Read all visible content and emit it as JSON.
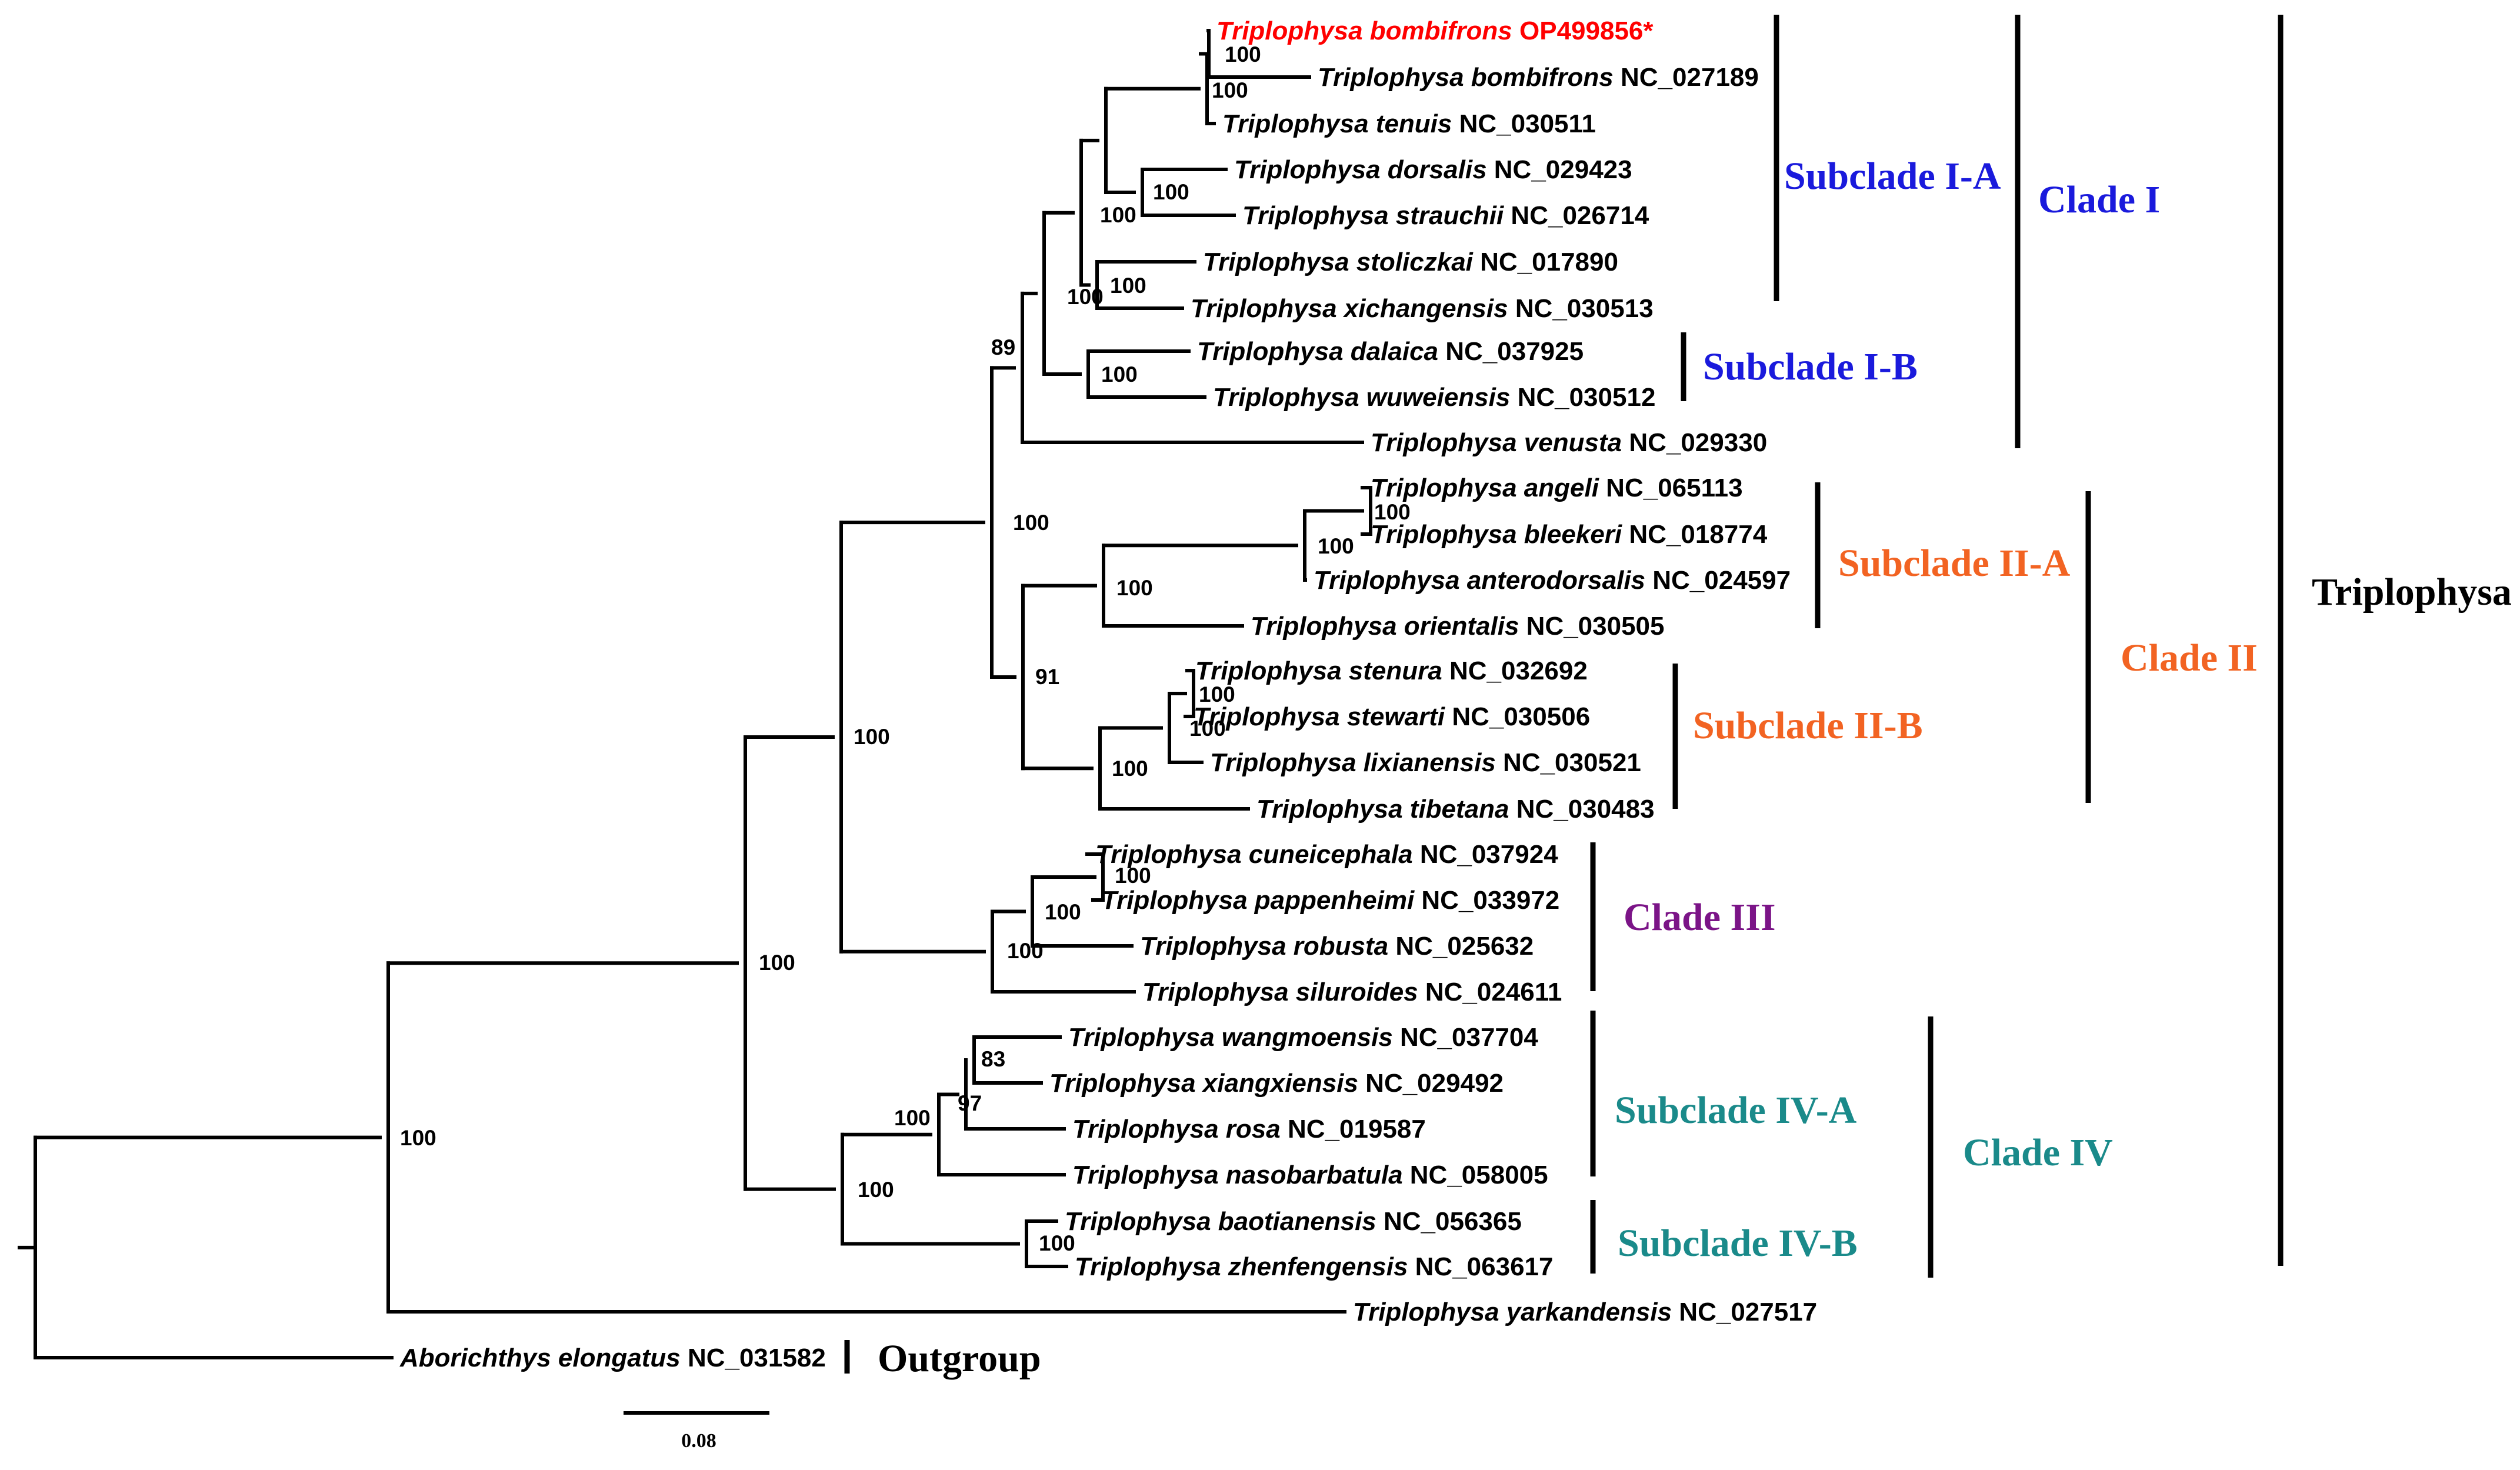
{
  "colors": {
    "highlight": "#ff0000",
    "clade_I": "#1a1adc",
    "clade_II": "#f26322",
    "clade_III": "#7b1487",
    "clade_IV": "#1a8a8a",
    "default": "#000000"
  },
  "taxa": [
    {
      "id": "t1",
      "genus": "Triplophysa",
      "species": "bombifrons",
      "accession": "OP499856*",
      "highlight": true
    },
    {
      "id": "t2",
      "genus": "Triplophysa",
      "species": "bombifrons",
      "accession": "NC_027189"
    },
    {
      "id": "t3",
      "genus": "Triplophysa",
      "species": "tenuis",
      "accession": "NC_030511"
    },
    {
      "id": "t4",
      "genus": "Triplophysa",
      "species": "dorsalis",
      "accession": "NC_029423"
    },
    {
      "id": "t5",
      "genus": "Triplophysa",
      "species": "strauchii",
      "accession": "NC_026714"
    },
    {
      "id": "t6",
      "genus": "Triplophysa",
      "species": "stoliczkai",
      "accession": "NC_017890"
    },
    {
      "id": "t7",
      "genus": "Triplophysa",
      "species": "xichangensis",
      "accession": "NC_030513"
    },
    {
      "id": "t8",
      "genus": "Triplophysa",
      "species": "dalaica",
      "accession": "NC_037925"
    },
    {
      "id": "t9",
      "genus": "Triplophysa",
      "species": "wuweiensis",
      "accession": "NC_030512"
    },
    {
      "id": "t10",
      "genus": "Triplophysa",
      "species": "venusta",
      "accession": "NC_029330"
    },
    {
      "id": "t11",
      "genus": "Triplophysa",
      "species": "angeli",
      "accession": "NC_065113"
    },
    {
      "id": "t12",
      "genus": "Triplophysa",
      "species": "bleekeri",
      "accession": "NC_018774"
    },
    {
      "id": "t13",
      "genus": "Triplophysa",
      "species": "anterodorsalis",
      "accession": "NC_024597"
    },
    {
      "id": "t14",
      "genus": "Triplophysa",
      "species": "orientalis",
      "accession": "NC_030505"
    },
    {
      "id": "t15",
      "genus": "Triplophysa",
      "species": "stenura",
      "accession": "NC_032692"
    },
    {
      "id": "t16",
      "genus": "Triplophysa",
      "species": "stewarti",
      "accession": "NC_030506"
    },
    {
      "id": "t17",
      "genus": "Triplophysa",
      "species": "lixianensis",
      "accession": "NC_030521"
    },
    {
      "id": "t18",
      "genus": "Triplophysa",
      "species": "tibetana",
      "accession": "NC_030483"
    },
    {
      "id": "t19",
      "genus": "Triplophysa",
      "species": "cuneicephala",
      "accession": "NC_037924"
    },
    {
      "id": "t20",
      "genus": "Triplophysa",
      "species": "pappenheimi",
      "accession": "NC_033972"
    },
    {
      "id": "t21",
      "genus": "Triplophysa",
      "species": "robusta",
      "accession": "NC_025632"
    },
    {
      "id": "t22",
      "genus": "Triplophysa",
      "species": "siluroides",
      "accession": "NC_024611"
    },
    {
      "id": "t23",
      "genus": "Triplophysa",
      "species": "wangmoensis",
      "accession": "NC_037704"
    },
    {
      "id": "t24",
      "genus": "Triplophysa",
      "species": "xiangxiensis",
      "accession": "NC_029492"
    },
    {
      "id": "t25",
      "genus": "Triplophysa",
      "species": "rosa",
      "accession": "NC_019587"
    },
    {
      "id": "t26",
      "genus": "Triplophysa",
      "species": "nasobarbatula",
      "accession": "NC_058005"
    },
    {
      "id": "t27",
      "genus": "Triplophysa",
      "species": "baotianensis",
      "accession": "NC_056365"
    },
    {
      "id": "t28",
      "genus": "Triplophysa",
      "species": "zhenfengensis",
      "accession": "NC_063617"
    },
    {
      "id": "t29",
      "genus": "Triplophysa",
      "species": "yarkandensis",
      "accession": "NC_027517"
    },
    {
      "id": "t30",
      "genus": "Aborichthys",
      "species": "elongatus",
      "accession": "NC_031582"
    }
  ],
  "support_values": [
    {
      "id": "n_bomb",
      "value": "100"
    },
    {
      "id": "n_bomb_ten",
      "value": "100"
    },
    {
      "id": "n_dors_stra",
      "value": "100"
    },
    {
      "id": "n_A1",
      "value": "100"
    },
    {
      "id": "n_A",
      "value": "100"
    },
    {
      "id": "n_stol_xich",
      "value": "100"
    },
    {
      "id": "n_dala_wuwe",
      "value": "100"
    },
    {
      "id": "n_cladeI",
      "value": "89"
    },
    {
      "id": "n_ang_ble",
      "value": "100"
    },
    {
      "id": "n_ang_ant",
      "value": "100"
    },
    {
      "id": "n_IIA",
      "value": "100"
    },
    {
      "id": "n_sten_stew",
      "value": "100"
    },
    {
      "id": "n_sten_lix",
      "value": "100"
    },
    {
      "id": "n_IIB",
      "value": "100"
    },
    {
      "id": "n_cladeII",
      "value": "91"
    },
    {
      "id": "n_I_II",
      "value": "100"
    },
    {
      "id": "n_cun_pap",
      "value": "100"
    },
    {
      "id": "n_cun_rob",
      "value": "100"
    },
    {
      "id": "n_III",
      "value": "100"
    },
    {
      "id": "n_I_III",
      "value": "100"
    },
    {
      "id": "n_wang_xiang",
      "value": "83"
    },
    {
      "id": "n_wang_rosa",
      "value": "97"
    },
    {
      "id": "n_IVA",
      "value": "100"
    },
    {
      "id": "n_IVB",
      "value": "100"
    },
    {
      "id": "n_IV",
      "value": "100"
    },
    {
      "id": "n_I_IV",
      "value": "100"
    },
    {
      "id": "n_triplo",
      "value": "100"
    }
  ],
  "groups": [
    {
      "id": "subclade_IA",
      "label": "Subclade I-A",
      "color": "#1a1adc"
    },
    {
      "id": "clade_I",
      "label": "Clade I",
      "color": "#1a1adc"
    },
    {
      "id": "subclade_IB",
      "label": "Subclade I-B",
      "color": "#1a1adc"
    },
    {
      "id": "subclade_IIA",
      "label": "Subclade II-A",
      "color": "#f26322"
    },
    {
      "id": "clade_II",
      "label": "Clade II",
      "color": "#f26322"
    },
    {
      "id": "subclade_IIB",
      "label": "Subclade II-B",
      "color": "#f26322"
    },
    {
      "id": "clade_III",
      "label": "Clade III",
      "color": "#7b1487"
    },
    {
      "id": "subclade_IVA",
      "label": "Subclade IV-A",
      "color": "#1a8a8a"
    },
    {
      "id": "clade_IV",
      "label": "Clade IV",
      "color": "#1a8a8a"
    },
    {
      "id": "subclade_IVB",
      "label": "Subclade IV-B",
      "color": "#1a8a8a"
    },
    {
      "id": "triplophysa",
      "label": "Triplophysa",
      "color": "#000000"
    },
    {
      "id": "outgroup",
      "label": "Outgroup",
      "color": "#000000"
    }
  ],
  "scale_bar": {
    "label": "0.08"
  }
}
